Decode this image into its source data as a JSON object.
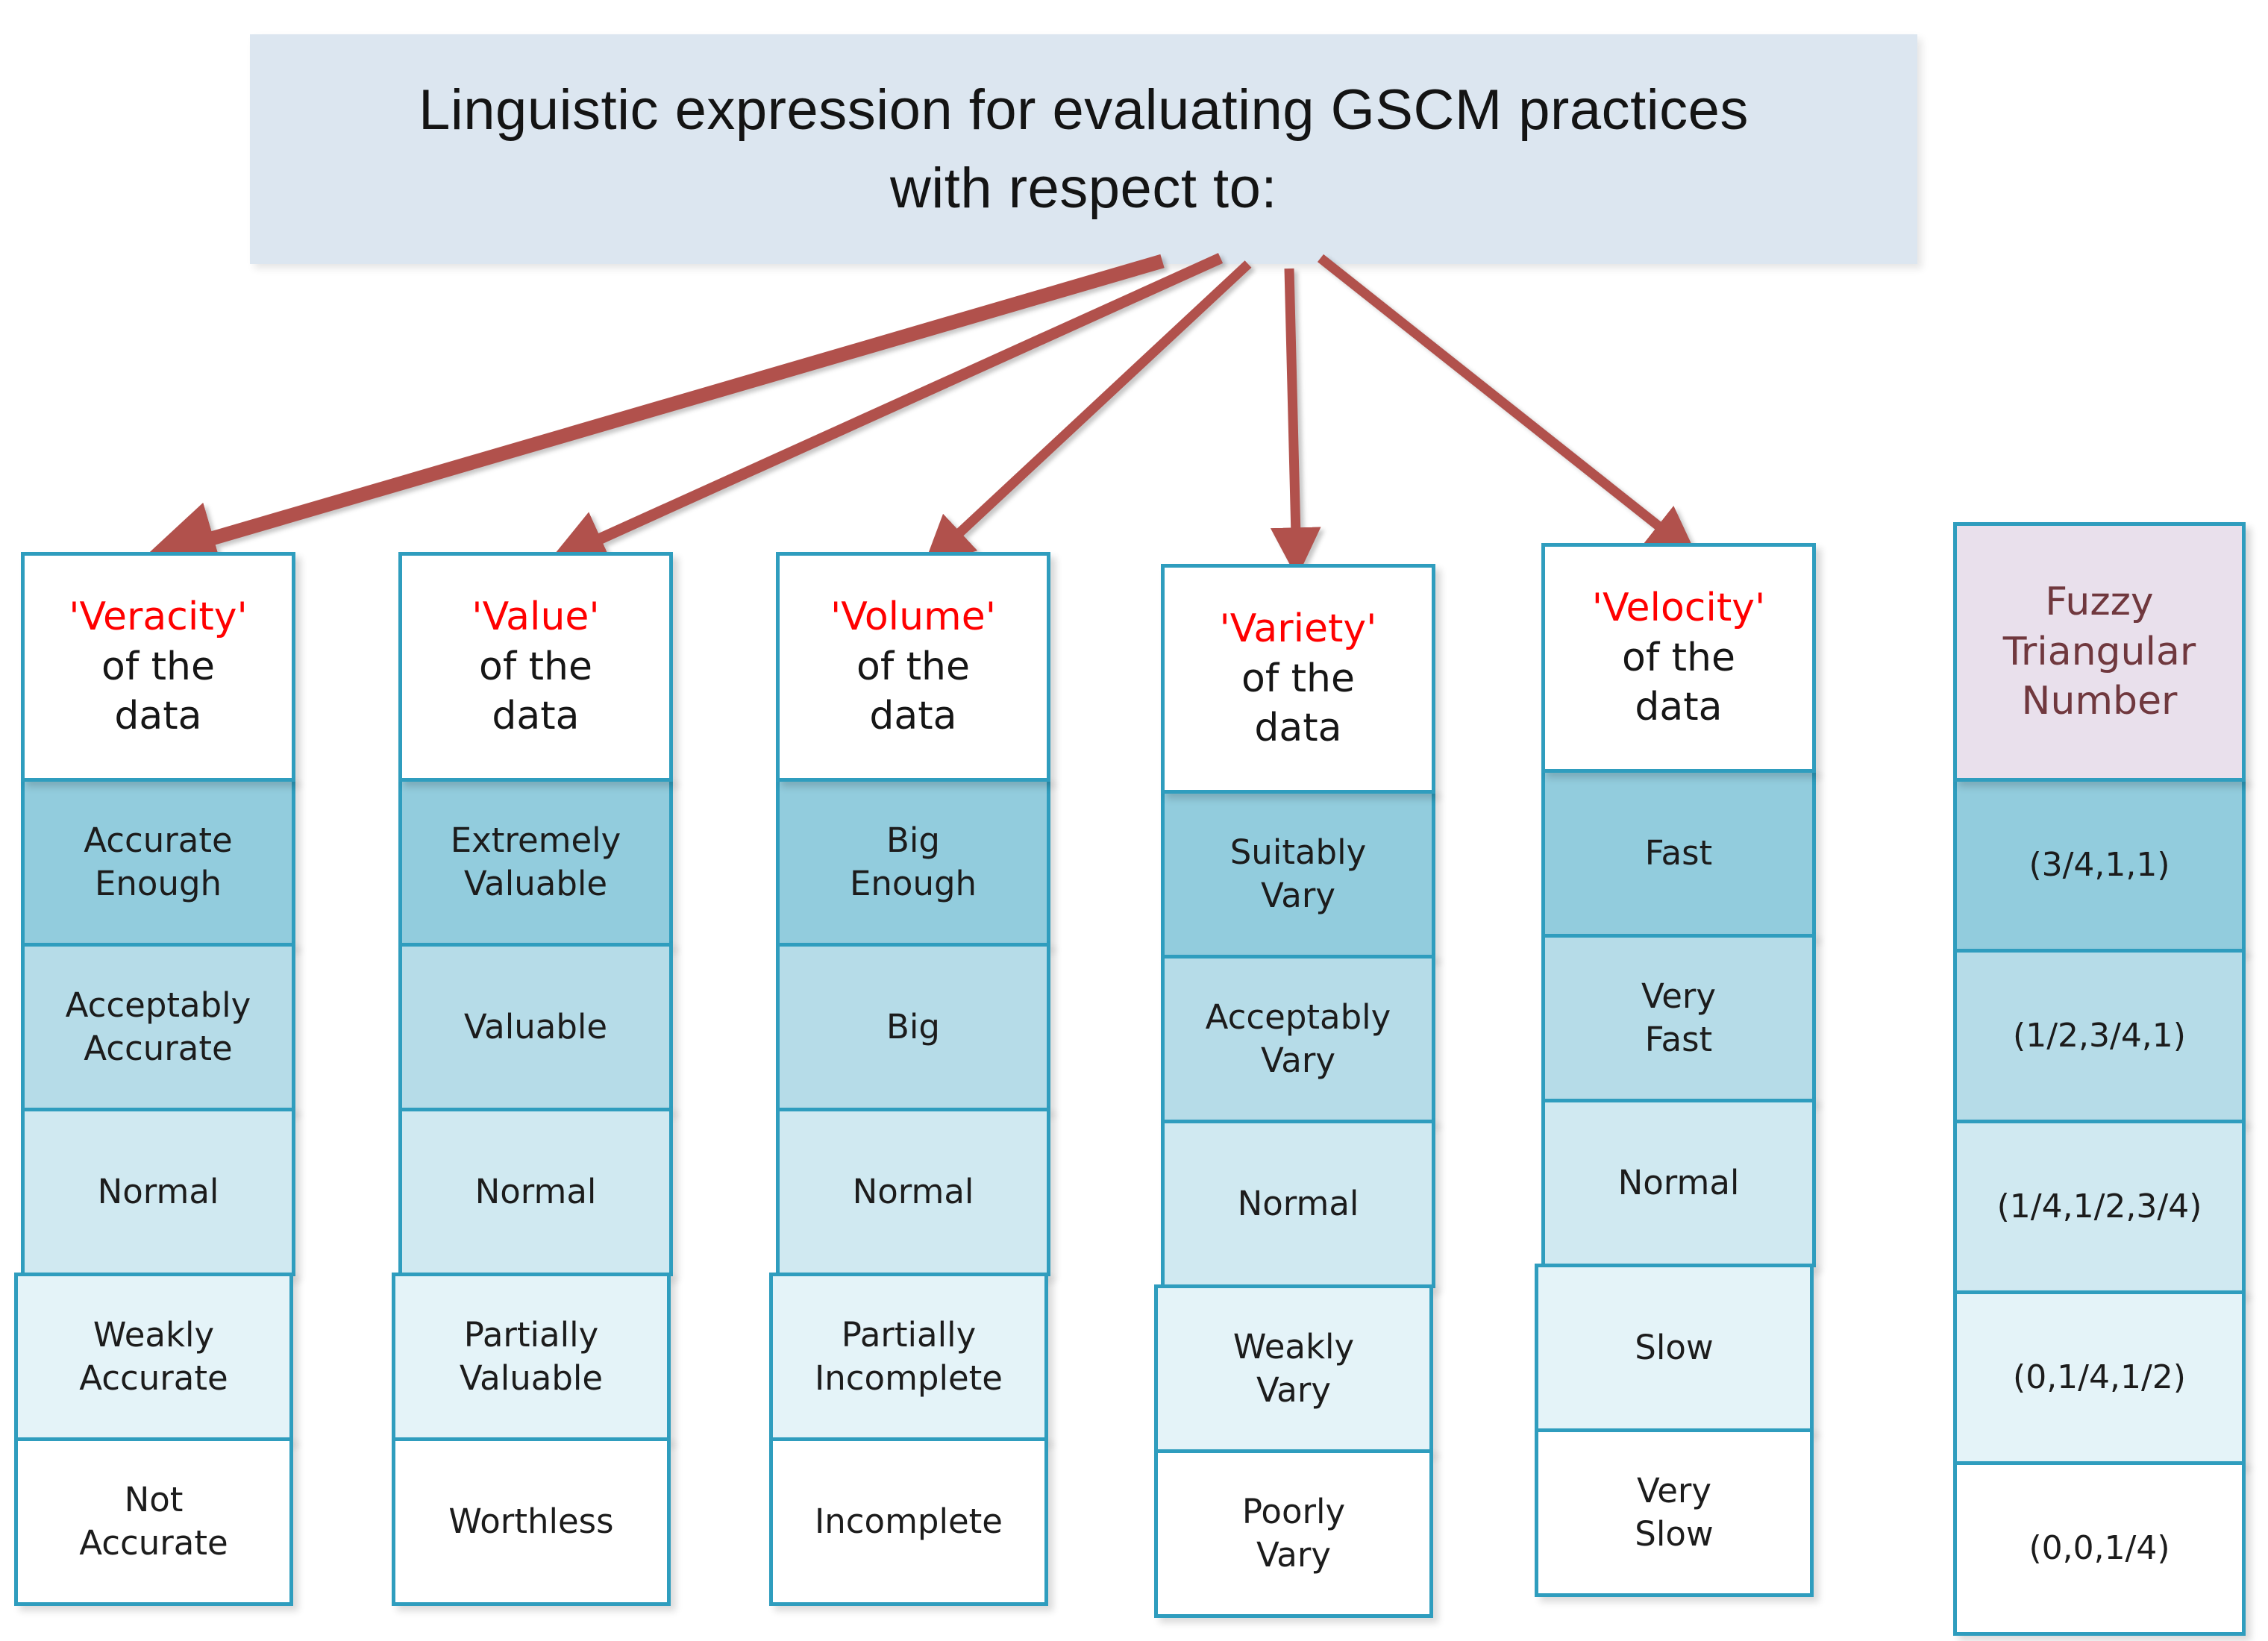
{
  "title": {
    "line1": "Linguistic expression for evaluating GSCM practices",
    "line2": "with respect to:"
  },
  "columns": [
    {
      "keyword": "'Veracity'",
      "subtitle": "of the\ndata",
      "rows": [
        "Accurate\nEnough",
        "Acceptably\nAccurate",
        "Normal",
        "Weakly\nAccurate",
        "Not\nAccurate"
      ]
    },
    {
      "keyword": "'Value'",
      "subtitle": "of the\ndata",
      "rows": [
        "Extremely\nValuable",
        "Valuable",
        "Normal",
        "Partially\nValuable",
        "Worthless"
      ]
    },
    {
      "keyword": "'Volume'",
      "subtitle": "of the\ndata",
      "rows": [
        "Big\nEnough",
        "Big",
        "Normal",
        "Partially\nIncomplete",
        "Incomplete"
      ]
    },
    {
      "keyword": "'Variety'",
      "subtitle": "of the\ndata",
      "rows": [
        "Suitably\nVary",
        "Acceptably\nVary",
        "Normal",
        "Weakly\nVary",
        "Poorly\nVary"
      ]
    },
    {
      "keyword": "'Velocity'",
      "subtitle": "of the\ndata",
      "rows": [
        "Fast",
        "Very\nFast",
        "Normal",
        "Slow",
        "Very\nSlow"
      ]
    }
  ],
  "fuzzy_column": {
    "header": "Fuzzy\nTriangular\nNumber",
    "rows": [
      "(3/4,1,1)",
      "(1/2,3/4,1)",
      "(1/4,1/2,3/4)",
      "(0,1/4,1/2)",
      "(0,0,1/4)"
    ]
  },
  "colors": {
    "title_bg": "#dce6f0",
    "border_teal": "#2f9dbe",
    "arrow_red": "#b1514c",
    "keyword_red": "#ff0000",
    "fuzzy_header_bg": "#e9e0ec",
    "fuzzy_header_text": "#70383e",
    "row_shades": [
      "#92ccdd",
      "#b6dce8",
      "#d0e9f1",
      "#e4f3f8",
      "#ffffff"
    ]
  }
}
